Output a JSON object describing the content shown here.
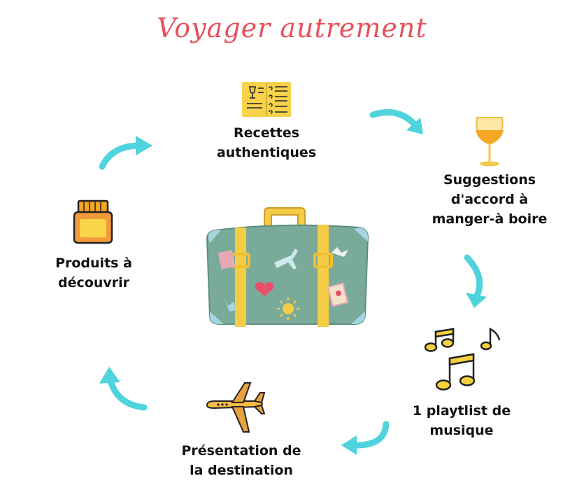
{
  "title": "Voyager autrement",
  "colors": {
    "title": "#e8505b",
    "arrow": "#4fd3dc",
    "suitcase": "#7aab9a",
    "strap": "#f5cc46"
  },
  "items": [
    {
      "icon": "recipe-book-icon",
      "label_lines": [
        "Recettes",
        "authentiques"
      ]
    },
    {
      "icon": "wine-glass-icon",
      "label_lines": [
        "Suggestions",
        "d'accord à",
        "manger-à boire"
      ]
    },
    {
      "icon": "music-notes-icon",
      "label_lines": [
        "1 playtlist de",
        "musique"
      ]
    },
    {
      "icon": "airplane-icon",
      "label_lines": [
        "Présentation de",
        "la destination"
      ]
    },
    {
      "icon": "honey-jar-icon",
      "label_lines": [
        "Produits à",
        "découvrir"
      ]
    }
  ],
  "center_icon": "suitcase-icon"
}
